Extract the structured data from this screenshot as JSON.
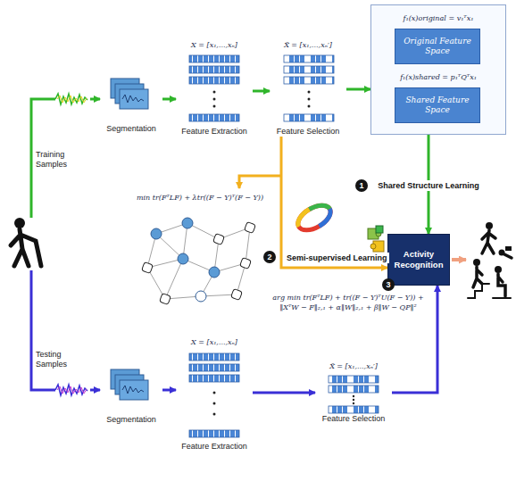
{
  "diagram": {
    "nodes": [
      {
        "text": [
          "f₁(x)original = v₁ᵀx₁",
          "f₁(x)shared = p₁ᵀQᵀx₁"
        ]
      },
      {
        "text": [
          "Original Feature Space"
        ],
        "in": 0
      },
      {
        "text": [
          "Shared Feature Space"
        ],
        "in": 0
      },
      {
        "text": [
          "Activity Recognition"
        ]
      },
      {
        "text": [
          "Segmentation"
        ]
      },
      {
        "text": [
          "X = [x₁,...,xₙ]",
          "Feature Extraction"
        ]
      },
      {
        "text": [
          "X̃ = [x₁,...,xₙ′]",
          "Feature Selection"
        ]
      },
      {
        "text": [
          "Segmentation"
        ]
      },
      {
        "text": [
          "X = [x₁,...,xₙ]",
          "Feature Extraction"
        ]
      },
      {
        "text": [
          "X̃ = [x₁,...,xₙ′]",
          "Feature Selection"
        ]
      }
    ],
    "edges": [
      {
        "from": 4,
        "to": 5,
        "arrow": "to"
      },
      {
        "from": 5,
        "to": 6,
        "arrow": "to"
      },
      {
        "from": 6,
        "to": 0,
        "arrow": "to"
      },
      {
        "from": 0,
        "to": 3,
        "label": "Shared Structure Learning",
        "arrow": "to"
      },
      {
        "from": 6,
        "to": 3,
        "label": "Semi-supervised Learning",
        "arrow": "to"
      },
      {
        "from": 7,
        "to": 8,
        "arrow": "to"
      },
      {
        "from": 8,
        "to": 9,
        "arrow": "to"
      },
      {
        "from": 9,
        "to": 3,
        "arrow": "to"
      }
    ],
    "labels": [
      "Training Samples",
      "Testing Samples",
      "1",
      "2",
      "3",
      "min tr(FᵀLF) + λtr((F − Y)ᵀ(F − Y))",
      "arg min tr(FᵀLF) + tr((F − Y)ᵀU(F − Y)) + ‖XᵀW − F‖₂,₁ + α‖W‖₂,₁ + β‖W − QP‖²"
    ]
  }
}
